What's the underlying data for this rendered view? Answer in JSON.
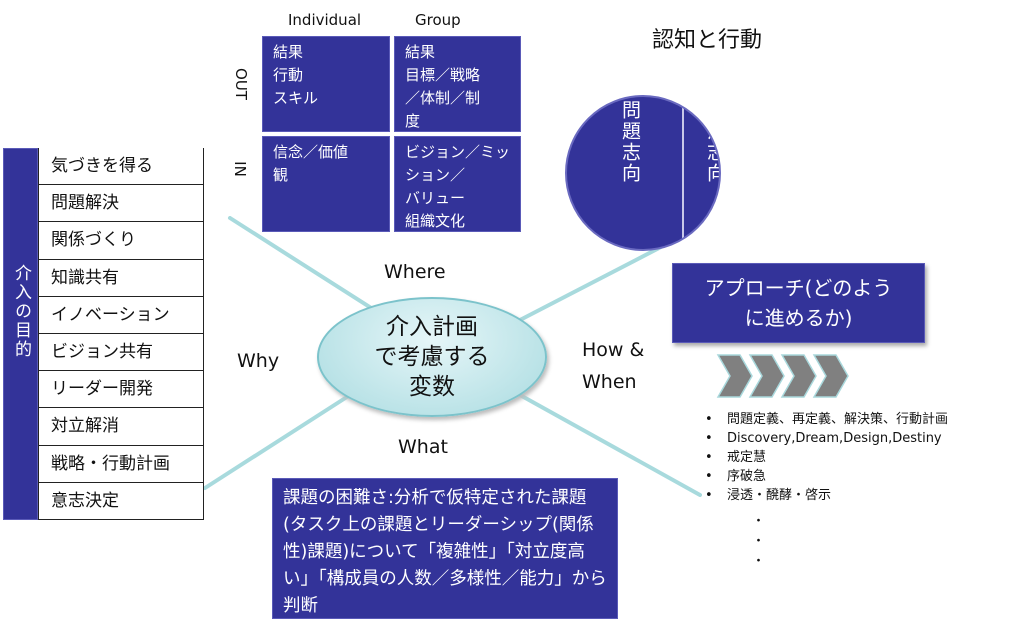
{
  "matrix": {
    "col_headers": [
      "Individual",
      "Group"
    ],
    "row_headers": [
      "OUT",
      "IN"
    ],
    "cells": {
      "out_individual": "結果\n行動\nスキル",
      "out_group": "結果\n目標／戦略\n／体制／制\n度",
      "in_individual": "信念／価値\n観",
      "in_group": "ビジョン／ミッ\nション／\nバリュー\n組織文化"
    }
  },
  "purpose": {
    "title": "介入の目的",
    "items": [
      "気づきを得る",
      "問題解決",
      "関係づくり",
      "知識共有",
      "イノベーション",
      "ビジョン共有",
      "リーダー開発",
      "対立解消",
      "戦略・行動計画",
      "意志決定"
    ]
  },
  "center": {
    "text": "介入計画\nで考慮する\n変数"
  },
  "axes": {
    "where": "Where",
    "why": "Why",
    "how_when": "How &\nWhen",
    "what": "What"
  },
  "cognition": {
    "title": "認知と行動",
    "left": "問題志向",
    "right": "解決志向"
  },
  "approach": {
    "title": "アプローチ(どのよう\nに進めるか)",
    "items": [
      "問題定義、再定義、解決策、行動計画",
      "Discovery,Dream,Design,Destiny",
      "戒定慧",
      "序破急",
      "浸透・醗酵・啓示"
    ],
    "ellipsis": [
      "・",
      "・",
      "・"
    ]
  },
  "what_box": {
    "text": "課題の困難さ:分析で仮特定された課題(タスク上の課題とリーダーシップ(関係性)課題)について「複雑性」「対立度高い」「構成員の人数／多様性／能力」から判断"
  },
  "colors": {
    "navy": "#333399",
    "line": "#9fd6da",
    "chevron": "#808080"
  }
}
